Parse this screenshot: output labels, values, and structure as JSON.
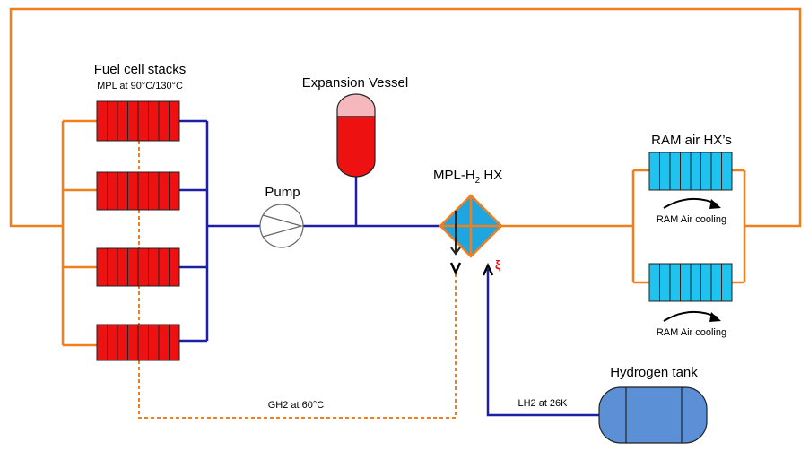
{
  "labels": {
    "fuel_cell_title": "Fuel cell stacks",
    "fuel_cell_subtitle": "MPL at 90°C/130°C",
    "expansion_vessel": "Expansion Vessel",
    "pump": "Pump",
    "hx_prefix": "MPL-H",
    "hx_sub": "2",
    "hx_suffix": " HX",
    "ram_title": "RAM air HX’s",
    "ram_cooling_1": "RAM Air cooling",
    "ram_cooling_2": "RAM Air cooling",
    "hydrogen_tank": "Hydrogen tank",
    "gh2": "GH2 at 60°C",
    "lh2": "LH2 at 26K",
    "heat_symbol": "ξ"
  },
  "colors": {
    "coolant_loop": "#f07f1e",
    "coolant_feed": "#1f1fa5",
    "fuel_cell": "#ee1111",
    "ram_hx": "#1ec3ef",
    "hx_fill": "#1fa6e0",
    "tank": "#5b8fd6",
    "vessel_top": "#f4b8bd",
    "vessel_bottom": "#ee1111"
  }
}
